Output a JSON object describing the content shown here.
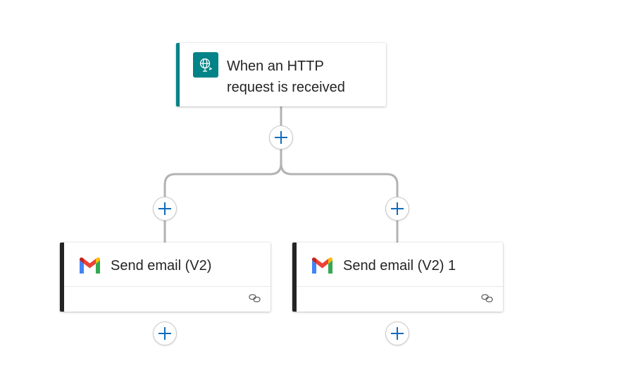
{
  "trigger": {
    "title": "When an HTTP request is received",
    "icon": "http-request-icon",
    "accent_color": "#038387"
  },
  "actions": [
    {
      "title": "Send email (V2)",
      "icon": "gmail-icon",
      "footer_icon": "link-icon"
    },
    {
      "title": "Send email (V2) 1",
      "icon": "gmail-icon",
      "footer_icon": "link-icon"
    }
  ],
  "add_step_icon": "plus-icon",
  "colors": {
    "connector": "#b3b3b3",
    "plus": "#0f6cbd",
    "action_accent": "#242424"
  }
}
